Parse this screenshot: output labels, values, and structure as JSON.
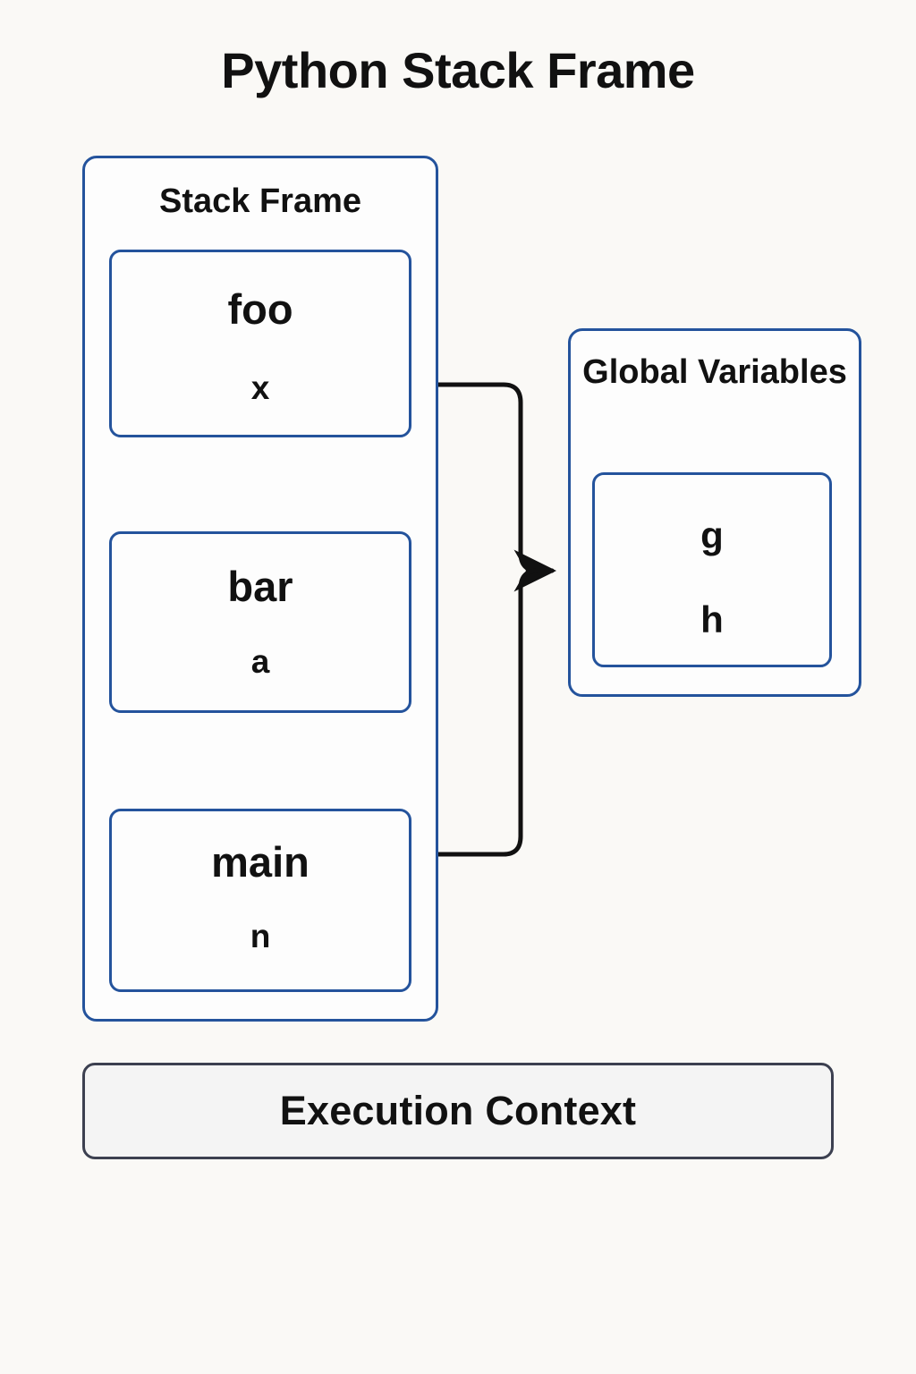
{
  "title": "Python Stack Frame",
  "stack_frame": {
    "label": "Stack Frame",
    "frames": [
      {
        "function": "foo",
        "variable": "x"
      },
      {
        "function": "bar",
        "variable": "a"
      },
      {
        "function": "main",
        "variable": "n"
      }
    ]
  },
  "globals": {
    "title": "Global Variables",
    "variables": [
      "g",
      "h"
    ]
  },
  "footer": {
    "label": "Execution Context"
  },
  "colors": {
    "background": "#faf9f6",
    "box_fill": "#fdfdfd",
    "box_border_blue": "#24539c",
    "footer_border": "#3c4050",
    "footer_fill": "#f4f4f4",
    "text": "#111111",
    "connector": "#111111"
  },
  "connections": [
    {
      "from": "foo",
      "to": "globals",
      "style": "elbow-arrow"
    },
    {
      "from": "main",
      "to": "globals",
      "style": "elbow-arrow"
    },
    {
      "from": "foo",
      "to": "bar",
      "style": "straight-arrow-down"
    },
    {
      "from": "bar",
      "to": "main",
      "style": "straight-arrow-down"
    }
  ]
}
